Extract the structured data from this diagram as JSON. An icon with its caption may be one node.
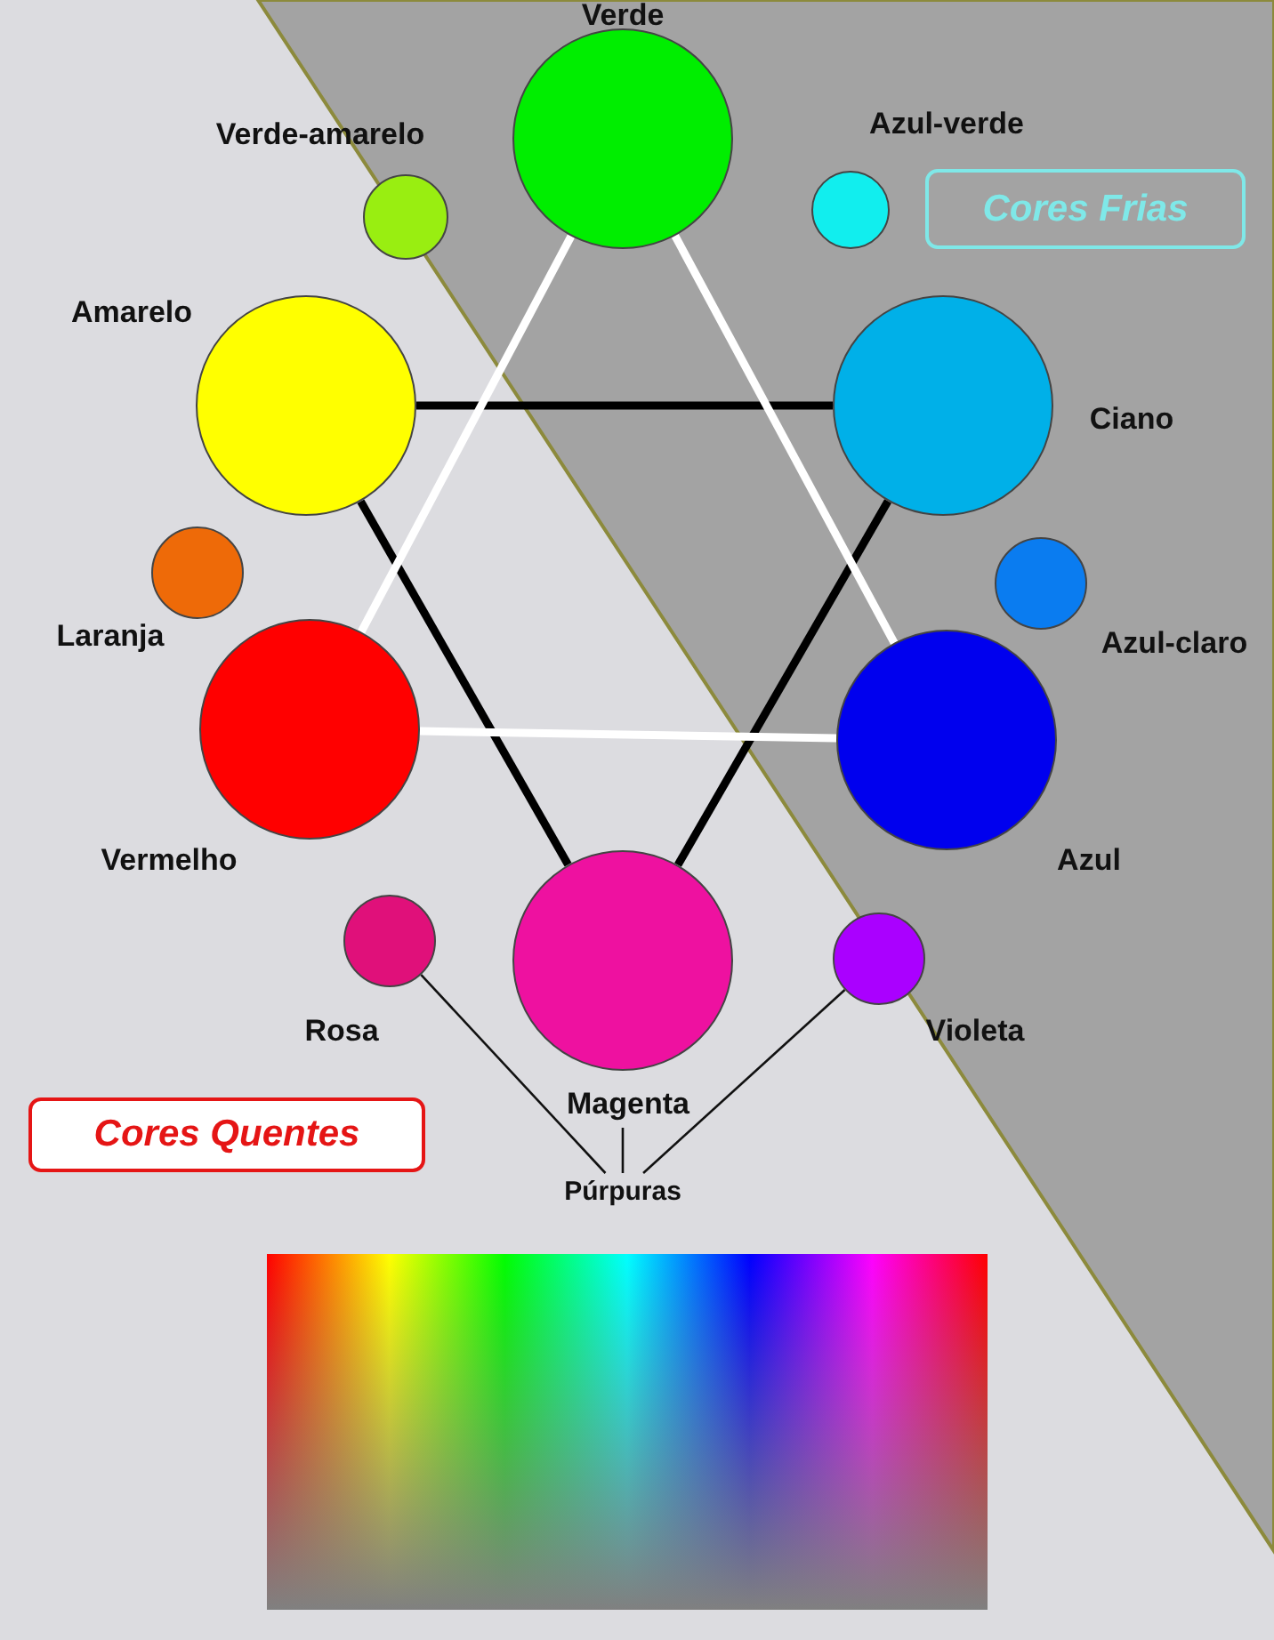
{
  "diagram": {
    "nodes": [
      {
        "text": [],
        "shape": "circle",
        "beside": [
          "Verde"
        ]
      },
      {
        "text": [],
        "shape": "circle",
        "beside": [
          "Verde-amarelo"
        ]
      },
      {
        "text": [],
        "shape": "circle",
        "beside": [
          "Azul-verde"
        ]
      },
      {
        "text": [
          "Cores Frias"
        ]
      },
      {
        "text": [],
        "shape": "circle",
        "beside": [
          "Amarelo"
        ]
      },
      {
        "text": [],
        "shape": "circle",
        "beside": [
          "Ciano"
        ]
      },
      {
        "text": [],
        "shape": "circle",
        "beside": [
          "Laranja"
        ]
      },
      {
        "text": [],
        "shape": "circle",
        "beside": [
          "Azul-claro"
        ]
      },
      {
        "text": [],
        "shape": "circle",
        "beside": [
          "Vermelho"
        ]
      },
      {
        "text": [],
        "shape": "circle",
        "beside": [
          "Azul"
        ]
      },
      {
        "text": [],
        "shape": "circle",
        "beside": [
          "Rosa"
        ]
      },
      {
        "text": [],
        "shape": "circle",
        "beside": [
          "Magenta"
        ]
      },
      {
        "text": [],
        "shape": "circle",
        "beside": [
          "Violeta"
        ]
      },
      {
        "text": [
          "Cores Quentes"
        ]
      },
      {
        "text": [
          "Púrpuras"
        ]
      }
    ],
    "edges": [
      {
        "from": 4,
        "to": 5,
        "arrow": "none",
        "color": "#000000"
      },
      {
        "from": 5,
        "to": 11,
        "arrow": "none",
        "color": "#000000"
      },
      {
        "from": 11,
        "to": 4,
        "arrow": "none",
        "color": "#000000"
      },
      {
        "from": 0,
        "to": 8,
        "arrow": "none",
        "color": "#ffffff"
      },
      {
        "from": 0,
        "to": 9,
        "arrow": "none",
        "color": "#ffffff"
      },
      {
        "from": 8,
        "to": 9,
        "arrow": "none",
        "color": "#ffffff"
      },
      {
        "from": 14,
        "to": 10,
        "arrow": "none"
      },
      {
        "from": 14,
        "to": 11,
        "arrow": "none"
      },
      {
        "from": 14,
        "to": 12,
        "arrow": "none"
      }
    ]
  }
}
